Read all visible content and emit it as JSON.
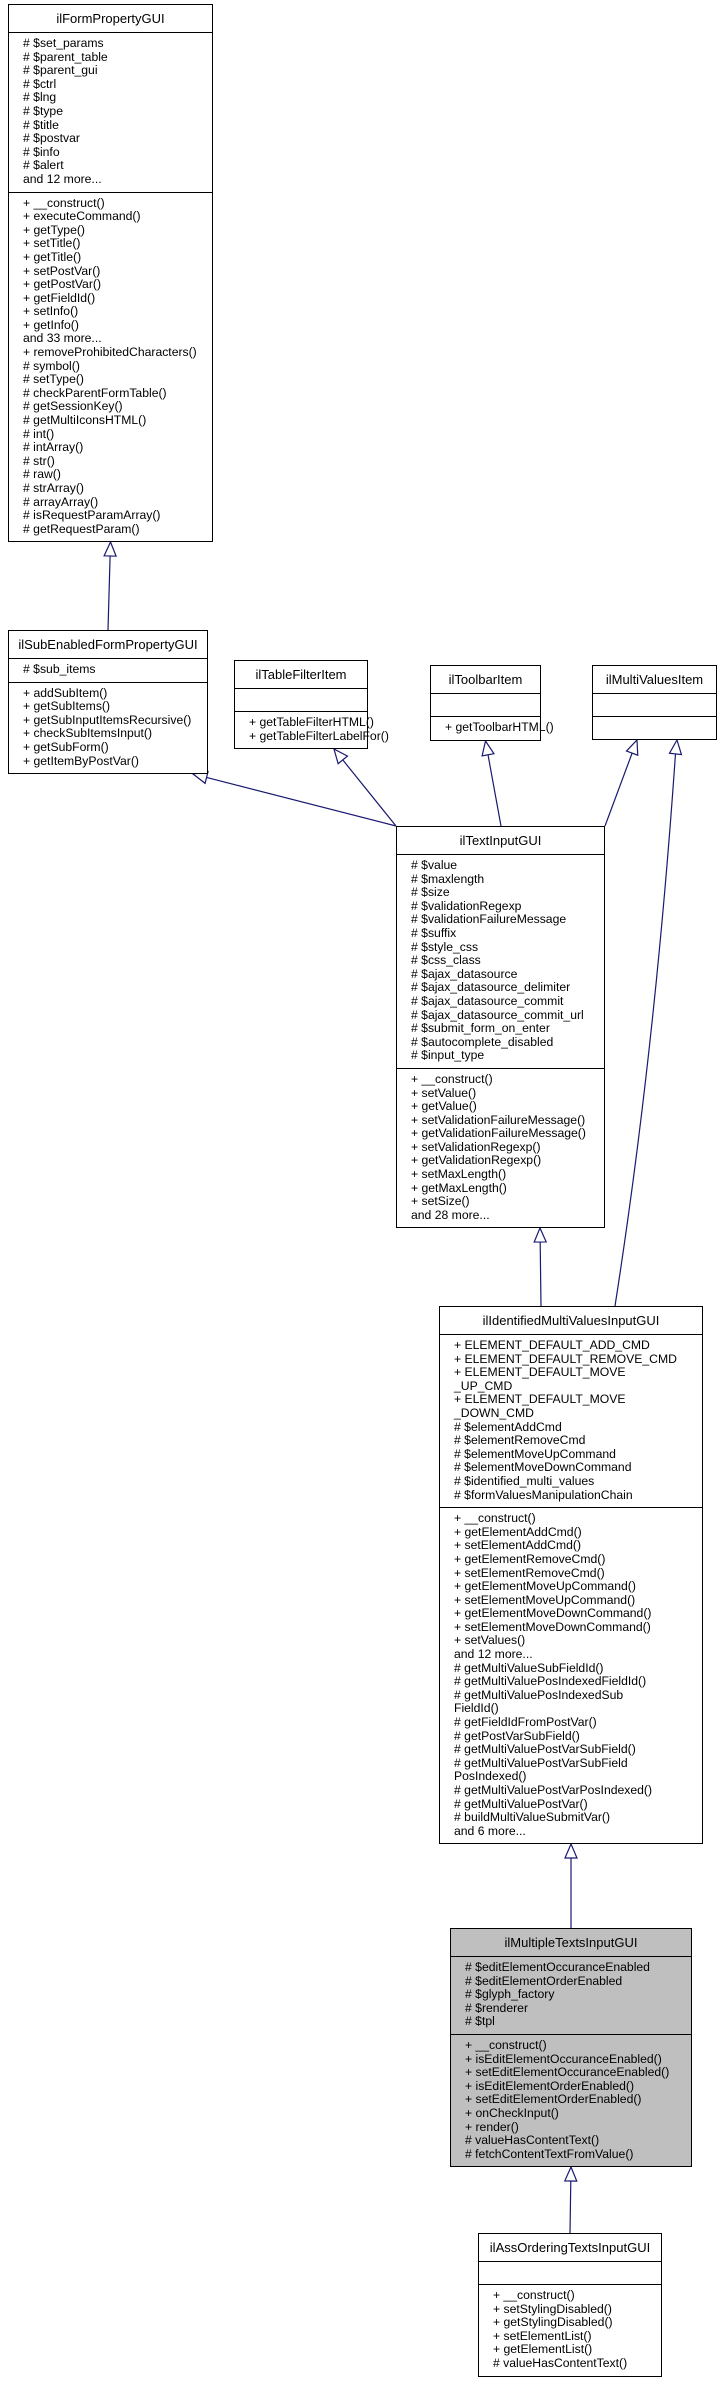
{
  "classes": [
    {
      "name": "ilFormPropertyGUI",
      "attributes": [
        "# $set_params",
        "# $parent_table",
        "# $parent_gui",
        "# $ctrl",
        "# $lng",
        "# $type",
        "# $title",
        "# $postvar",
        "# $info",
        "# $alert",
        "and 12 more..."
      ],
      "methods": [
        "+ __construct()",
        "+ executeCommand()",
        "+ getType()",
        "+ setTitle()",
        "+ getTitle()",
        "+ setPostVar()",
        "+ getPostVar()",
        "+ getFieldId()",
        "+ setInfo()",
        "+ getInfo()",
        "and 33 more...",
        "+ removeProhibitedCharacters()",
        "# symbol()",
        "# setType()",
        "# checkParentFormTable()",
        "# getSessionKey()",
        "# getMultiIconsHTML()",
        "# int()",
        "# intArray()",
        "# str()",
        "# raw()",
        "# strArray()",
        "# arrayArray()",
        "# isRequestParamArray()",
        "# getRequestParam()"
      ]
    },
    {
      "name": "ilSubEnabledFormPropertyGUI",
      "attributes": [
        "# $sub_items"
      ],
      "methods": [
        "+ addSubItem()",
        "+ getSubItems()",
        "+ getSubInputItemsRecursive()",
        "+ checkSubItemsInput()",
        "+ getSubForm()",
        "+ getItemByPostVar()"
      ]
    },
    {
      "name": "ilTableFilterItem",
      "attributes": [],
      "methods": [
        "+ getTableFilterHTML()",
        "+ getTableFilterLabelFor()"
      ]
    },
    {
      "name": "ilToolbarItem",
      "attributes": [],
      "methods": [
        "+ getToolbarHTML()"
      ]
    },
    {
      "name": "ilMultiValuesItem",
      "attributes": [],
      "methods": []
    },
    {
      "name": "ilTextInputGUI",
      "attributes": [
        "# $value",
        "# $maxlength",
        "# $size",
        "# $validationRegexp",
        "# $validationFailureMessage",
        "# $suffix",
        "# $style_css",
        "# $css_class",
        "# $ajax_datasource",
        "# $ajax_datasource_delimiter",
        "# $ajax_datasource_commit",
        "# $ajax_datasource_commit_url",
        "# $submit_form_on_enter",
        "# $autocomplete_disabled",
        "# $input_type"
      ],
      "methods": [
        "+ __construct()",
        "+ setValue()",
        "+ getValue()",
        "+ setValidationFailureMessage()",
        "+ getValidationFailureMessage()",
        "+ setValidationRegexp()",
        "+ getValidationRegexp()",
        "+ setMaxLength()",
        "+ getMaxLength()",
        "+ setSize()",
        "and 28 more..."
      ]
    },
    {
      "name": "ilIdentifiedMultiValuesInputGUI",
      "attributes": [
        "+ ELEMENT_DEFAULT_ADD_CMD",
        "+ ELEMENT_DEFAULT_REMOVE_CMD",
        "+ ELEMENT_DEFAULT_MOVE",
        "_UP_CMD",
        "+ ELEMENT_DEFAULT_MOVE",
        "_DOWN_CMD",
        "# $elementAddCmd",
        "# $elementRemoveCmd",
        "# $elementMoveUpCommand",
        "# $elementMoveDownCommand",
        "# $identified_multi_values",
        "# $formValuesManipulationChain"
      ],
      "methods": [
        "+ __construct()",
        "+ getElementAddCmd()",
        "+ setElementAddCmd()",
        "+ getElementRemoveCmd()",
        "+ setElementRemoveCmd()",
        "+ getElementMoveUpCommand()",
        "+ setElementMoveUpCommand()",
        "+ getElementMoveDownCommand()",
        "+ setElementMoveDownCommand()",
        "+ setValues()",
        "and 12 more...",
        "# getMultiValueSubFieldId()",
        "# getMultiValuePosIndexedFieldId()",
        "# getMultiValuePosIndexedSub",
        "FieldId()",
        "# getFieldIdFromPostVar()",
        "# getPostVarSubField()",
        "# getMultiValuePostVarSubField()",
        "# getMultiValuePostVarSubField",
        "PosIndexed()",
        "# getMultiValuePostVarPosIndexed()",
        "# getMultiValuePostVar()",
        "# buildMultiValueSubmitVar()",
        "and 6 more..."
      ]
    },
    {
      "name": "ilMultipleTextsInputGUI",
      "attributes": [
        "# $editElementOccuranceEnabled",
        "# $editElementOrderEnabled",
        "# $glyph_factory",
        "# $renderer",
        "# $tpl"
      ],
      "methods": [
        "+ __construct()",
        "+ isEditElementOccuranceEnabled()",
        "+ setEditElementOccuranceEnabled()",
        "+ isEditElementOrderEnabled()",
        "+ setEditElementOrderEnabled()",
        "+ onCheckInput()",
        "+ render()",
        "# valueHasContentText()",
        "# fetchContentTextFromValue()"
      ]
    },
    {
      "name": "ilAssOrderingTextsInputGUI",
      "attributes": [],
      "methods": [
        "+ __construct()",
        "+ setStylingDisabled()",
        "+ getStylingDisabled()",
        "+ setElementList()",
        "+ getElementList()",
        "# valueHasContentText()"
      ]
    }
  ],
  "colors": {
    "edge": "#191970",
    "highlight": "#bfbfbf",
    "border": "#000000"
  },
  "highlighted": "ilMultipleTextsInputGUI"
}
